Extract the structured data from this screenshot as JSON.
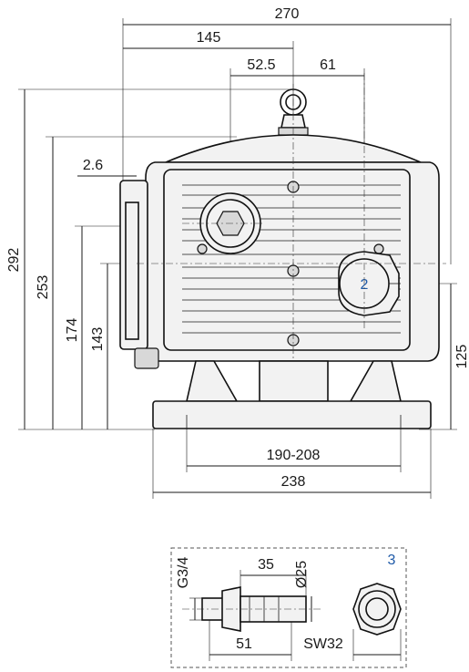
{
  "dimensions": {
    "overall_width": "270",
    "offset_145": "145",
    "offset_52_5": "52.5",
    "offset_61": "61",
    "flange_2_6": "2.6",
    "height_292": "292",
    "height_253": "253",
    "height_174": "174",
    "height_143": "143",
    "height_125": "125",
    "foot_span": "190-208",
    "base_width": "238"
  },
  "callouts": {
    "port_label": "2",
    "detail_label": "3"
  },
  "detail": {
    "thread": "G3/4",
    "length_35": "35",
    "diameter": "Ø25",
    "length_51": "51",
    "wrench": "SW32"
  },
  "colors": {
    "line": "#1a1a1a",
    "callout_blue": "#1f5aa8"
  }
}
